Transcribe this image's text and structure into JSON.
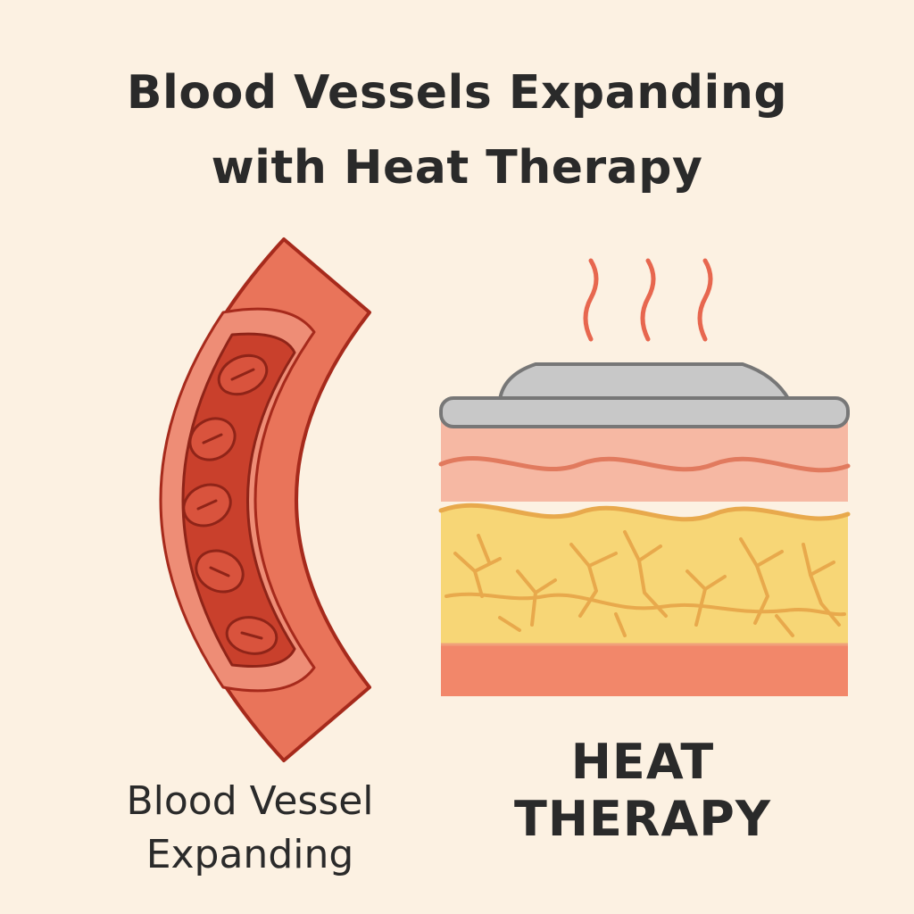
{
  "title": {
    "line1": "Blood Vessels Expanding",
    "line2": "with Heat Therapy"
  },
  "labels": {
    "vessel_line1": "Blood Vessel",
    "vessel_line2": "Expanding",
    "heat_line1": "HEAT",
    "heat_line2": "THERAPY"
  },
  "colors": {
    "background": "#fcf1e2",
    "vessel_wall": "#e9745a",
    "vessel_outline": "#a62a1c",
    "vessel_lumen": "#c9402c",
    "blood_cell": "#d9533d",
    "steam": "#e7674f",
    "heat_pad": "#c8c8c8",
    "skin_top": "#f6b8a3",
    "skin_line": "#e17a5e",
    "fat_layer": "#f7d676",
    "fat_line": "#e8a94c",
    "muscle": "#f2876a"
  },
  "icons": {
    "vessel": "blood-vessel-icon",
    "heat_pad": "heat-pad-icon",
    "steam": "steam-icon",
    "skin": "skin-layers-icon"
  }
}
